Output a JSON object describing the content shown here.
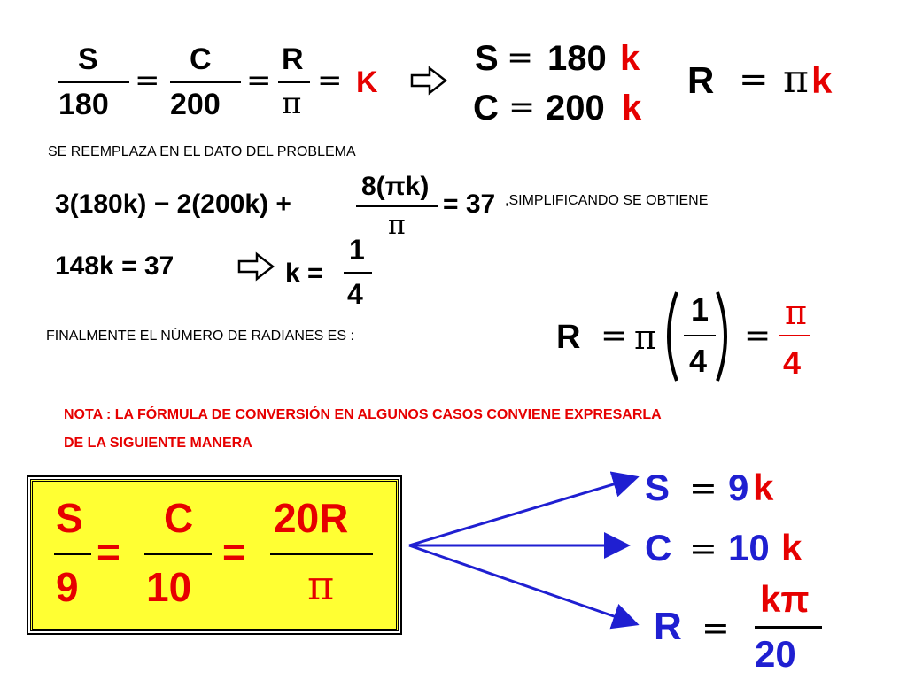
{
  "eq1": {
    "S": "S",
    "n180": "180",
    "C": "C",
    "n200": "200",
    "R": "R",
    "pi": "π",
    "eq": "=",
    "K": "K"
  },
  "eq2": {
    "s_line_pre": "S",
    "s_line_eq": "=",
    "s_line_num": "180",
    "s_line_k": "k",
    "c_line_pre": "C",
    "c_line_eq": "=",
    "c_line_num": "200",
    "c_line_k": "k",
    "r_line_pre": "R",
    "r_line_eq": "=",
    "r_line_pi": "π",
    "r_line_k": "k"
  },
  "step1_label": "SE REEMPLAZA EN EL DATO DEL PROBLEMA",
  "eq3": {
    "left": "3(180k) − 2(200k) +",
    "frac_num": "8(πk)",
    "frac_den": "π",
    "right": "= 37",
    "suffix": ",SIMPLIFICANDO SE OBTIENE"
  },
  "eq4": {
    "left": "148k = 37",
    "k_eq": "k =",
    "num": "1",
    "den": "4"
  },
  "step2_label": "FINALMENTE EL NÚMERO DE RADIANES ES :",
  "eq5": {
    "R": "R",
    "eq": "=",
    "pi": "π",
    "num": "1",
    "den": "4",
    "eq2": "=",
    "res_num": "π",
    "res_den": "4"
  },
  "note": {
    "line1": "NOTA : LA FÓRMULA DE CONVERSIÓN EN ALGUNOS CASOS CONVIENE EXPRESARLA",
    "line2": "DE LA SIGUIENTE MANERA"
  },
  "boxed": {
    "S": "S",
    "n9": "9",
    "C": "C",
    "n10": "10",
    "n20R": "20R",
    "pi": "π",
    "eq": "="
  },
  "results": {
    "s_pre": "S",
    "s_eq": "=",
    "s_num": "9",
    "s_k": "k",
    "c_pre": "C",
    "c_eq": "=",
    "c_num": "10",
    "c_k": "k",
    "r_pre": "R",
    "r_eq": "=",
    "r_num": "kπ",
    "r_den": "20"
  },
  "colors": {
    "red": "#e60000",
    "yellow": "#ffff33",
    "blue": "#1f1fd1",
    "black": "#000000"
  }
}
